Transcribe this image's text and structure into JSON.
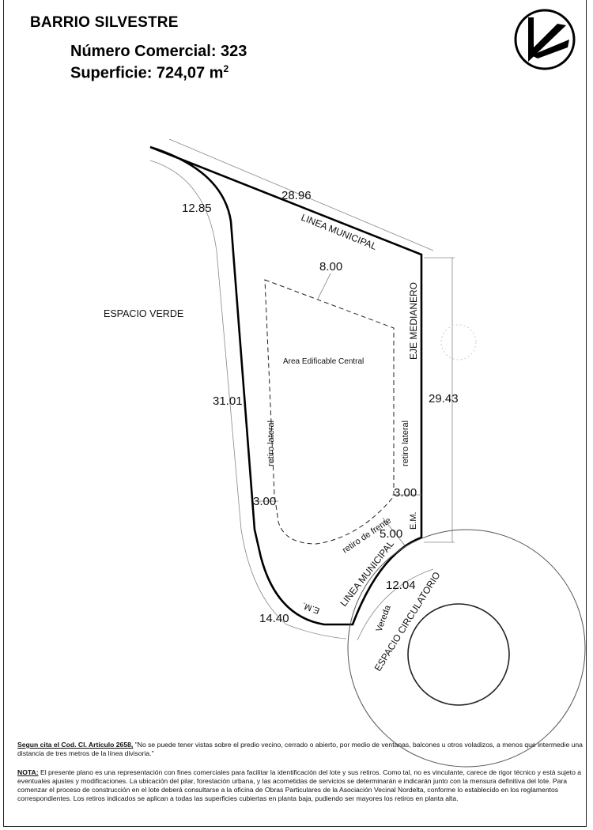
{
  "header": {
    "barrio": "BARRIO SILVESTRE",
    "numero_comercial": "Número Comercial: 323",
    "superficie_text": "Superficie: 724,07 m",
    "superficie_sup": "2"
  },
  "logo": {
    "icon": "logo-icon"
  },
  "plan": {
    "dim_top": "28.96",
    "dim_left_curve": "12.85",
    "dim_setback_front": "8.00",
    "dim_left_side": "31.01",
    "dim_right_side": "29.43",
    "dim_retiro_left": "3.00",
    "dim_retiro_right": "3.00",
    "dim_retiro_frente": "5.00",
    "dim_bottom_curve": "14.40",
    "dim_vereda": "12.04",
    "linea_municipal_top": "LINEA MUNICIPAL",
    "linea_municipal_bottom": "LINEA MUNICIPAL",
    "eje_medianero": "EJE MEDIANERO",
    "em_right": "E.M.",
    "em_bottom": "E.M.",
    "espacio_verde": "ESPACIO VERDE",
    "area_edificable": "Area Edificable Central",
    "retiro_lateral_left": "retiro lateral",
    "retiro_lateral_right": "retiro lateral",
    "retiro_de_frente": "retiro de frente",
    "vereda": "Vereda",
    "espacio_circulatorio": "ESPACIO CIRCULATORIO"
  },
  "notes": {
    "cita_label": "Segun cita el Cod. Cl. Artículo 2658,",
    "cita_text": "\"No se puede tener vistas sobre el predio vecino, cerrado o abierto, por medio de ventanas, balcones u otros voladizos, a menos que intermedie una distancia de tres metros de la línea divisoria.\"",
    "nota_label": "NOTA:",
    "nota_text": "El presente plano es una representación con fines comerciales para facilitar la identificación del lote y sus retiros. Como tal, no es vinculante, carece de rigor técnico y está sujeto a eventuales ajustes y modificaciones. La ubicación del pilar, forestación urbana, y las acometidas de servicios se determinarán e indicarán junto con la mensura definitiva del lote. Para comenzar el proceso de construcción en el lote deberá consultarse a la oficina de Obras Particulares de la Asociación Vecinal Nordelta, conforme lo establecido en los reglamentos correspondientes. Los retiros indicados se aplican a todas las superficies cubiertas en planta baja, pudiendo ser mayores los retiros en planta alta."
  }
}
